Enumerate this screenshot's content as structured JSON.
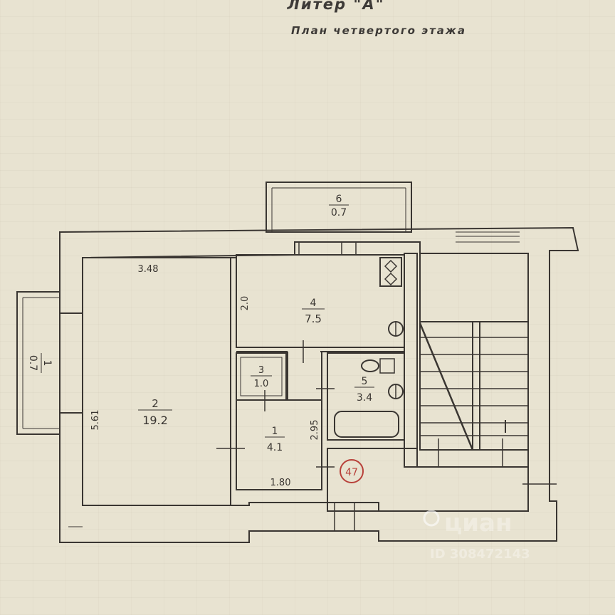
{
  "header": {
    "title": "Литер \"А\"",
    "subtitle": "План  четвертого  этажа"
  },
  "rooms": [
    {
      "id": "room-1",
      "number": "1",
      "area": "4.1"
    },
    {
      "id": "room-2",
      "number": "2",
      "area": "19.2"
    },
    {
      "id": "room-3",
      "number": "3",
      "area": "1.0"
    },
    {
      "id": "room-4",
      "number": "4",
      "area": "7.5"
    },
    {
      "id": "room-5",
      "number": "5",
      "area": "3.4"
    },
    {
      "id": "balcony-upper",
      "number": "6",
      "area": "0.7"
    },
    {
      "id": "balcony-left",
      "number": "1",
      "area": "0.7"
    }
  ],
  "dimensions": {
    "room2_width": "3.48",
    "room2_length": "5.61",
    "room4_depth": "2.0",
    "hall_length": "2.95",
    "hall_width": "1.80"
  },
  "apartment_badge": "47",
  "colors": {
    "paper": "#e8e3d1",
    "ink": "#3a3632",
    "badge": "#b8413a"
  },
  "watermark": {
    "brand": "циан",
    "id_text": "ID 308472143"
  }
}
